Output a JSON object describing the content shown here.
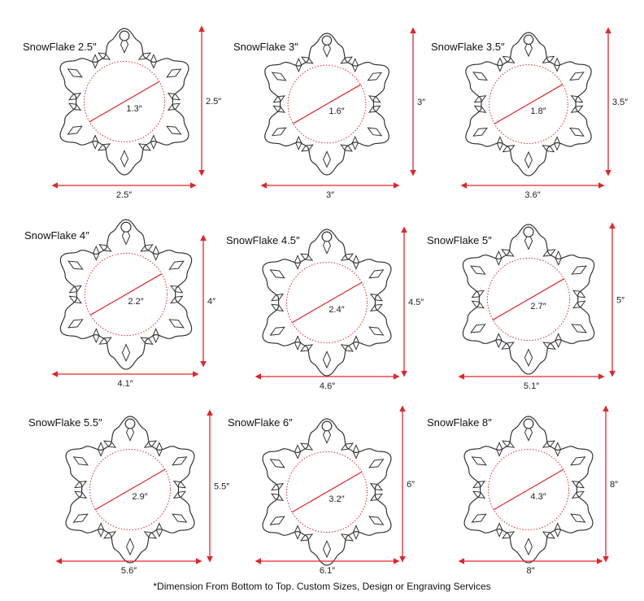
{
  "accent_color": "#e0262b",
  "items": [
    {
      "title": "SnowFlake 2.5″",
      "diameter": "1.3″",
      "height": "2.5″",
      "width": "2.5″"
    },
    {
      "title": "SnowFlake 3″",
      "diameter": "1.6″",
      "height": "3″",
      "width": "3″"
    },
    {
      "title": "SnowFlake 3.5″",
      "diameter": "1.8″",
      "height": "3.5″",
      "width": "3.6″"
    },
    {
      "title": "SnowFlake 4″",
      "diameter": "2.2″",
      "height": "4″",
      "width": "4.1″"
    },
    {
      "title": "SnowFlake 4.5″",
      "diameter": "2.4″",
      "height": "4.5″",
      "width": "4.6″"
    },
    {
      "title": "SnowFlake 5″",
      "diameter": "2.7″",
      "height": "5″",
      "width": "5.1″"
    },
    {
      "title": "SnowFlake 5.5″",
      "diameter": "2.9″",
      "height": "5.5″",
      "width": "5.6″"
    },
    {
      "title": "SnowFlake 6″",
      "diameter": "3.2″",
      "height": "6″",
      "width": "6.1″"
    },
    {
      "title": "SnowFlake 8″",
      "diameter": "4.3″",
      "height": "8″",
      "width": "8″"
    }
  ],
  "footer": "*Dimension From Bottom to Top. Custom Sizes, Design or Engraving Services"
}
